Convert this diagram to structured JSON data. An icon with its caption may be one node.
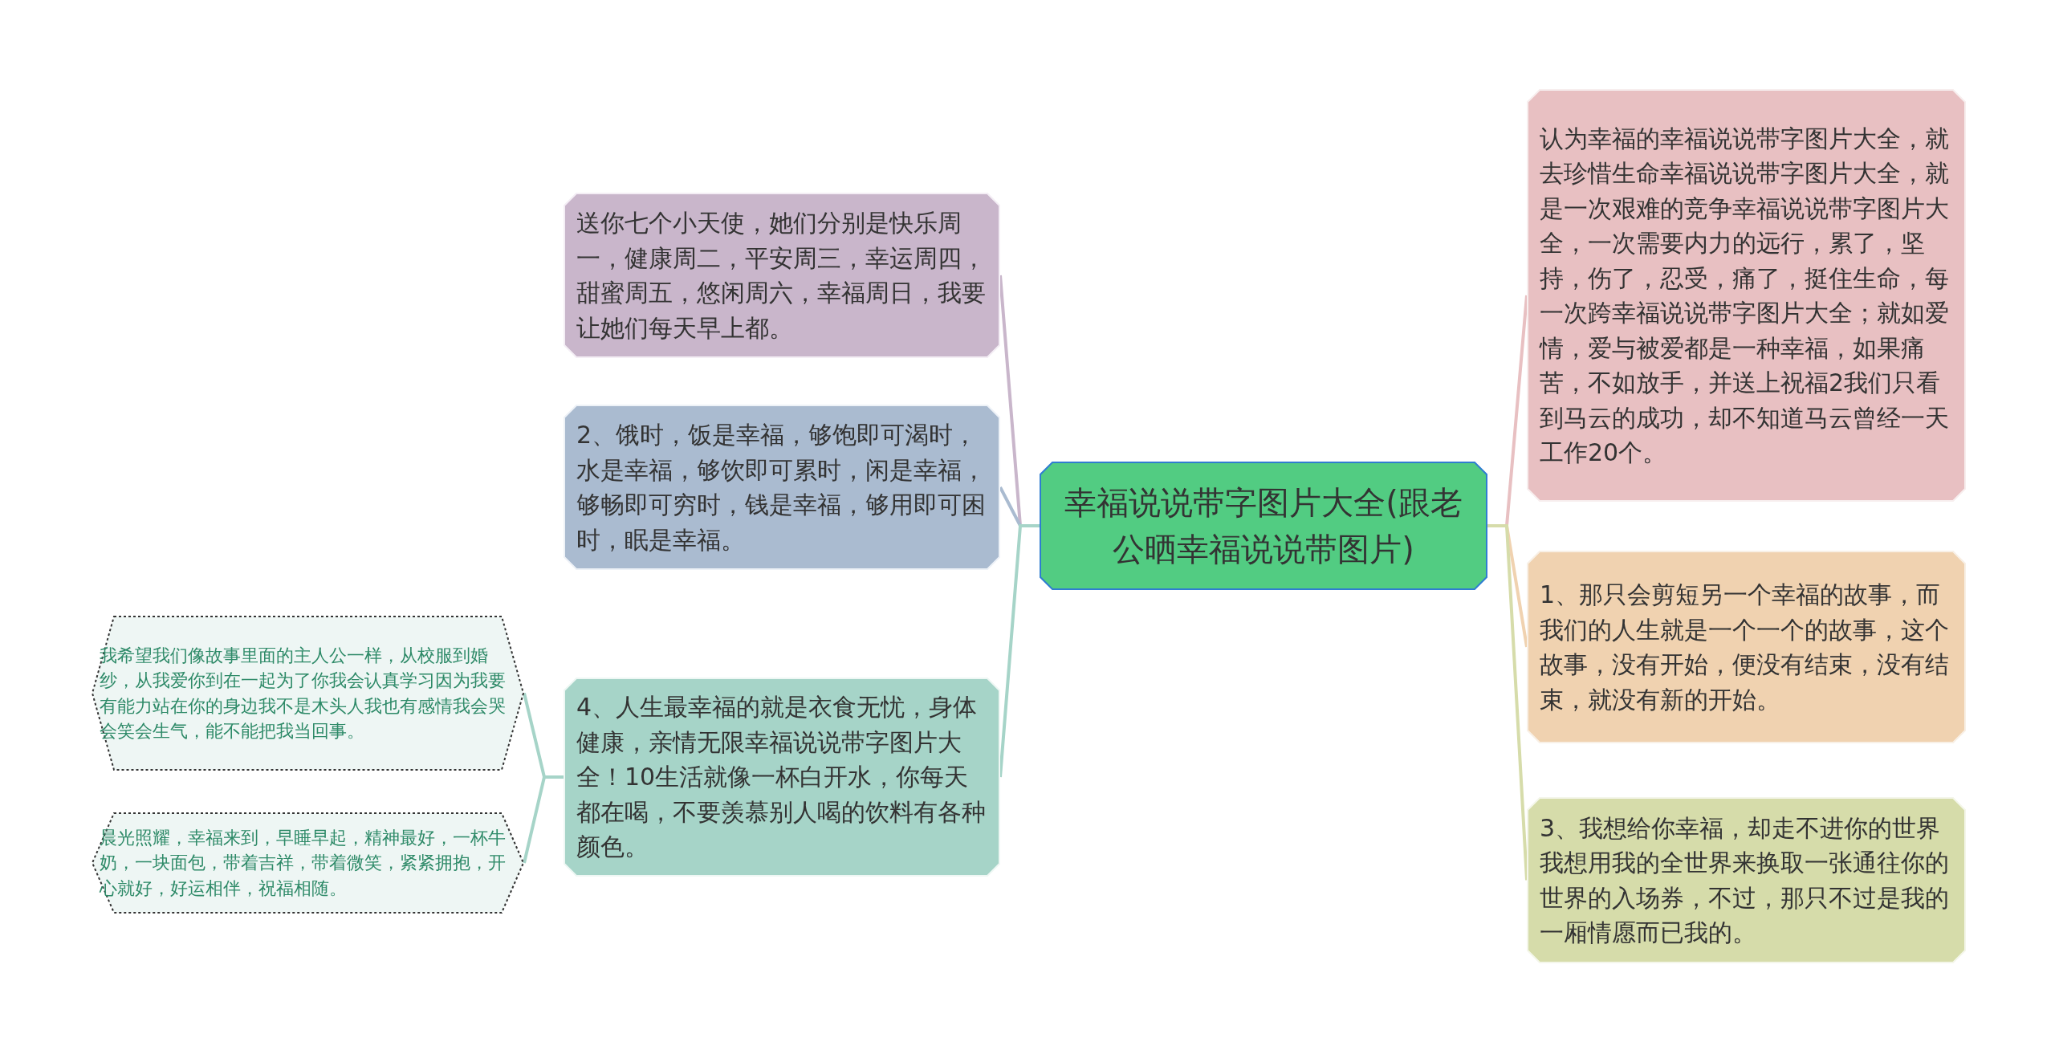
{
  "diagram": {
    "nodes": [
      {
        "text": [
          "幸福说说带字图片大全(跟老公晒幸福说说带图片)"
        ]
      },
      {
        "text": [
          "送你七个小天使，她们分别是快乐周一，健康周二，平安周三，幸运周四，甜蜜周五，悠闲周六，幸福周日，我要让她们每天早上都。"
        ]
      },
      {
        "text": [
          "2、饿时，饭是幸福，够饱即可渴时，水是幸福，够饮即可累时，闲是幸福，够畅即可穷时，钱是幸福，够用即可困时，眠是幸福。"
        ]
      },
      {
        "text": [
          "4、人生最幸福的就是衣食无忧，身体健康，亲情无限幸福说说带字图片大全！10生活就像一杯白开水，你每天都在喝，不要羡慕别人喝的饮料有各种颜色。"
        ]
      },
      {
        "text": [
          "我希望我们像故事里面的主人公一样，从校服到婚纱，从我爱你到在一起为了你我会认真学习因为我要有能力站在你的身边我不是木头人我也有感情我会哭会笑会生气，能不能把我当回事。"
        ]
      },
      {
        "text": [
          "晨光照耀，幸福来到，早睡早起，精神最好，一杯牛奶，一块面包，带着吉祥，带着微笑，紧紧拥抱，开心就好，好运相伴，祝福相随。"
        ]
      },
      {
        "text": [
          "认为幸福的幸福说说带字图片大全，就去珍惜生命幸福说说带字图片大全，就是一次艰难的竞争幸福说说带字图片大全，一次需要内力的远行，累了，坚持，伤了，忍受，痛了，挺住生命，每一次跨幸福说说带字图片大全；就如爱情，爱与被爱都是一种幸福，如果痛苦，不如放手，并送上祝福2我们只看到马云的成功，却不知道马云曾经一天工作20个。"
        ]
      },
      {
        "text": [
          "1、那只会剪短另一个幸福的故事，而我们的人生就是一个一个的故事，这个故事，没有开始，便没有结束，没有结束，就没有新的开始。"
        ]
      },
      {
        "text": [
          "3、我想给你幸福，却走不进你的世界我想用我的全世界来换取一张通往你的世界的入场券，不过，那只不过是我的一厢情愿而已我的。"
        ]
      }
    ],
    "edges": [
      {
        "from": 0,
        "to": 1,
        "arrow": "none",
        "color": "#c9b6cb"
      },
      {
        "from": 0,
        "to": 2,
        "arrow": "none",
        "color": "#aabbd0"
      },
      {
        "from": 0,
        "to": 3,
        "arrow": "none",
        "color": "#a6d4c8"
      },
      {
        "from": 3,
        "to": 4,
        "arrow": "none",
        "color": "#a6d4c8"
      },
      {
        "from": 3,
        "to": 5,
        "arrow": "none",
        "color": "#a6d4c8"
      },
      {
        "from": 0,
        "to": 6,
        "arrow": "none",
        "color": "#e8c0c2"
      },
      {
        "from": 0,
        "to": 7,
        "arrow": "none",
        "color": "#f0d2b0"
      },
      {
        "from": 0,
        "to": 8,
        "arrow": "none",
        "color": "#d6dcaa"
      }
    ]
  }
}
